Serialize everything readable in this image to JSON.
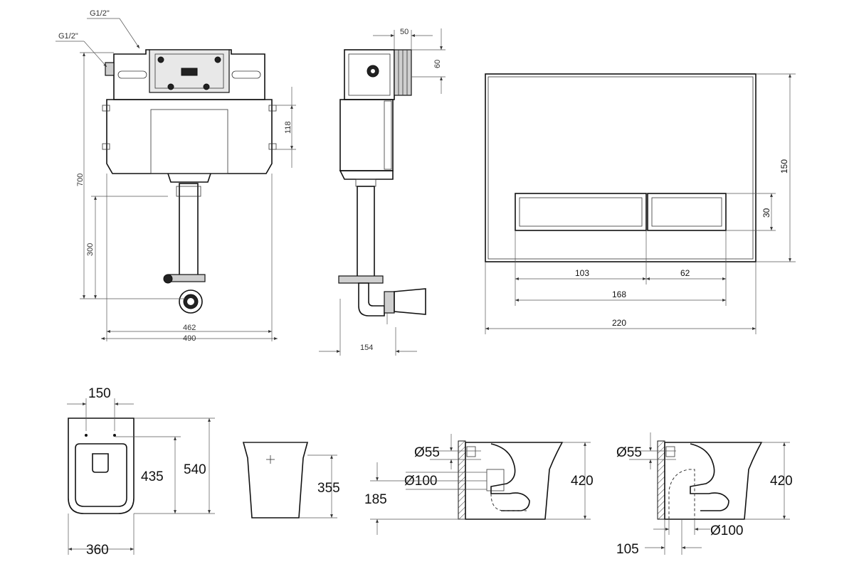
{
  "cistern": {
    "inlet_top": "G1/2\"",
    "inlet_side": "G1/2\"",
    "height_700": "700",
    "height_300": "300",
    "height_118": "118",
    "width_462": "462",
    "width_490": "490",
    "side_50": "50",
    "side_60": "60",
    "depth_154": "154"
  },
  "flush_plate": {
    "height_150": "150",
    "button_height_30": "30",
    "button_103": "103",
    "button_62": "62",
    "buttons_168": "168",
    "width_220": "220"
  },
  "toilet": {
    "top_150": "150",
    "depth_540": "540",
    "depth_435": "435",
    "width_360": "360",
    "front_355": "355",
    "inlet_55_a": "Ø55",
    "outlet_100_a": "Ø100",
    "outlet_height_185": "185",
    "height_420_a": "420",
    "inlet_55_b": "Ø55",
    "height_420_b": "420",
    "outlet_100_b": "Ø100",
    "floor_105": "105"
  }
}
